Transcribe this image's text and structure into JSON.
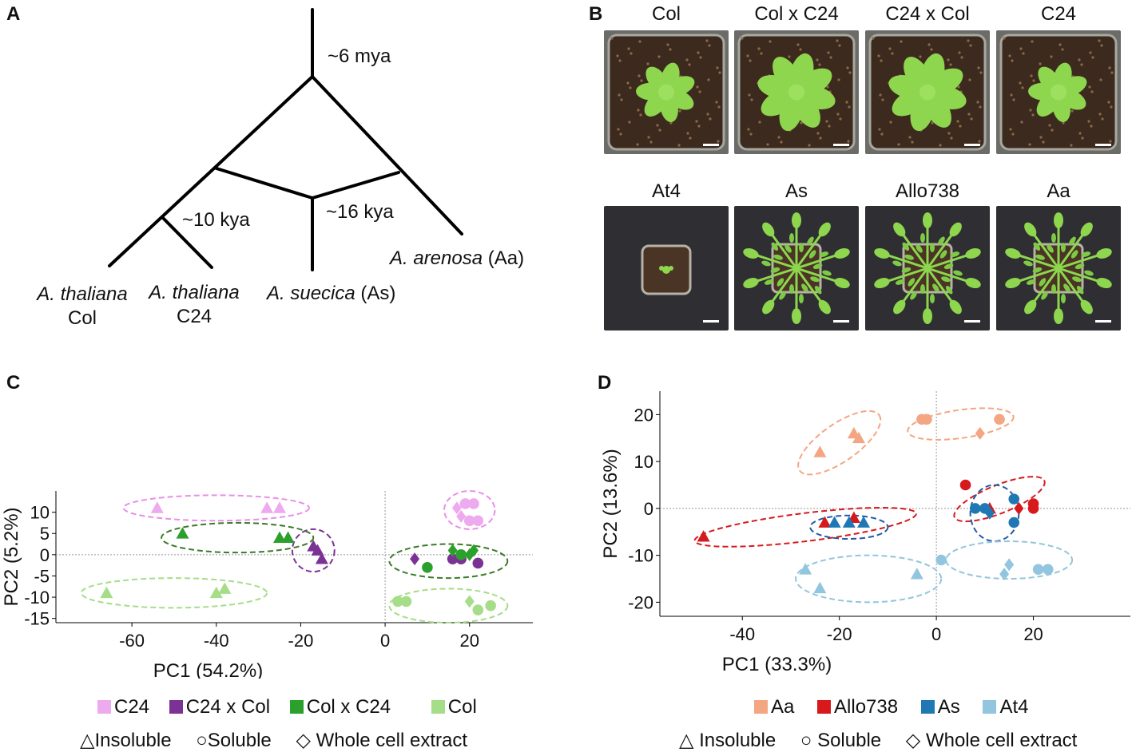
{
  "panels": {
    "a": "A",
    "b": "B",
    "c": "C",
    "d": "D"
  },
  "tree": {
    "root_age": "~6 mya",
    "thaliana_split": "~10 kya",
    "suecica_split": "~16 kya",
    "taxa": {
      "col_name": "A. thaliana",
      "col_sub": "Col",
      "c24_name": "A. thaliana",
      "c24_sub": "C24",
      "suecica_name": "A. suecica",
      "suecica_abbr": " (As)",
      "arenosa_name": "A. arenosa",
      "arenosa_abbr": " (Aa)"
    }
  },
  "photos": {
    "top": [
      "Col",
      "Col x C24",
      "C24 x Col",
      "C24"
    ],
    "bottom": [
      "At4",
      "As",
      "Allo738",
      "Aa"
    ]
  },
  "chart_data": [
    {
      "panel": "C",
      "type": "scatter",
      "xlabel": "PC1 (54.2%)",
      "ylabel": "PC2 (5.2%)",
      "xlim": [
        -78,
        35
      ],
      "ylim": [
        -16,
        15
      ],
      "xticks": [
        -60,
        -40,
        -20,
        0,
        20
      ],
      "yticks": [
        10,
        5,
        0,
        -5,
        -10,
        -15
      ],
      "series": [
        {
          "name": "C24",
          "color": "#eeaaee",
          "points": [
            {
              "x": -54,
              "y": 11,
              "s": "triangle"
            },
            {
              "x": -28,
              "y": 11,
              "s": "triangle"
            },
            {
              "x": -25,
              "y": 11,
              "s": "triangle"
            },
            {
              "x": 17,
              "y": 11,
              "s": "diamond"
            },
            {
              "x": 19,
              "y": 12,
              "s": "circle"
            },
            {
              "x": 21,
              "y": 12,
              "s": "circle"
            },
            {
              "x": 18,
              "y": 9,
              "s": "diamond"
            },
            {
              "x": 20,
              "y": 8,
              "s": "circle"
            },
            {
              "x": 22,
              "y": 8,
              "s": "circle"
            }
          ]
        },
        {
          "name": "C24 x Col",
          "color": "#7b3294",
          "points": [
            {
              "x": -17,
              "y": 2,
              "s": "triangle"
            },
            {
              "x": -16,
              "y": 1,
              "s": "triangle"
            },
            {
              "x": -15,
              "y": -1,
              "s": "triangle"
            },
            {
              "x": 7,
              "y": -1,
              "s": "diamond"
            },
            {
              "x": 16,
              "y": -1,
              "s": "circle"
            },
            {
              "x": 18,
              "y": -1,
              "s": "circle"
            },
            {
              "x": 22,
              "y": -2,
              "s": "circle"
            }
          ]
        },
        {
          "name": "Col x C24",
          "color": "#2ca02c",
          "points": [
            {
              "x": -48,
              "y": 5,
              "s": "triangle"
            },
            {
              "x": -25,
              "y": 4,
              "s": "triangle"
            },
            {
              "x": -23,
              "y": 4,
              "s": "triangle"
            },
            {
              "x": 10,
              "y": -3,
              "s": "circle"
            },
            {
              "x": 16,
              "y": 1,
              "s": "diamond"
            },
            {
              "x": 18,
              "y": 0,
              "s": "circle"
            },
            {
              "x": 20,
              "y": 0,
              "s": "diamond"
            },
            {
              "x": 21,
              "y": 1,
              "s": "diamond"
            }
          ]
        },
        {
          "name": "Col",
          "color": "#a6dd88",
          "points": [
            {
              "x": -66,
              "y": -9,
              "s": "triangle"
            },
            {
              "x": -40,
              "y": -9,
              "s": "triangle"
            },
            {
              "x": -38,
              "y": -8,
              "s": "triangle"
            },
            {
              "x": 3,
              "y": -11,
              "s": "circle"
            },
            {
              "x": 5,
              "y": -11,
              "s": "circle"
            },
            {
              "x": 20,
              "y": -11,
              "s": "diamond"
            },
            {
              "x": 22,
              "y": -13,
              "s": "circle"
            },
            {
              "x": 25,
              "y": -12,
              "s": "circle"
            }
          ]
        }
      ],
      "ellipses": [
        {
          "color": "#e78fe8",
          "cx": -40,
          "cy": 11,
          "rx": 22,
          "ry": 3
        },
        {
          "color": "#e78fe8",
          "cx": 20,
          "cy": 10.5,
          "rx": 6,
          "ry": 4.5
        },
        {
          "color": "#7b3294",
          "cx": -17,
          "cy": 1,
          "rx": 5,
          "ry": 5
        },
        {
          "color": "#3b7a28",
          "cx": -35,
          "cy": 4,
          "rx": 18,
          "ry": 3.5
        },
        {
          "color": "#3b7a28",
          "cx": 15,
          "cy": -1.5,
          "rx": 14,
          "ry": 4
        },
        {
          "color": "#a6dd88",
          "cx": -50,
          "cy": -9,
          "rx": 22,
          "ry": 3.5
        },
        {
          "color": "#a6dd88",
          "cx": 15,
          "cy": -12,
          "rx": 14,
          "ry": 4
        }
      ],
      "legend_colors": [
        "C24",
        "C24 x Col",
        "Col x C24",
        "Col"
      ],
      "legend_shapes": [
        "Insoluble",
        "Soluble",
        "Whole cell extract"
      ]
    },
    {
      "panel": "D",
      "type": "scatter",
      "xlabel": "PC1 (33.3%)",
      "ylabel": "PC2 (13.6%)",
      "xlim": [
        -57,
        40
      ],
      "ylim": [
        -23,
        25
      ],
      "xticks": [
        -40,
        -20,
        0,
        20
      ],
      "yticks": [
        20,
        10,
        0,
        -10,
        -20
      ],
      "series": [
        {
          "name": "Aa",
          "color": "#f4a582",
          "points": [
            {
              "x": -24,
              "y": 12,
              "s": "triangle"
            },
            {
              "x": -17,
              "y": 16,
              "s": "triangle"
            },
            {
              "x": -16,
              "y": 15,
              "s": "triangle"
            },
            {
              "x": -3,
              "y": 19,
              "s": "circle"
            },
            {
              "x": -2,
              "y": 19,
              "s": "circle"
            },
            {
              "x": 13,
              "y": 19,
              "s": "circle"
            },
            {
              "x": 9,
              "y": 16,
              "s": "diamond"
            }
          ]
        },
        {
          "name": "Allo738",
          "color": "#d7191c",
          "points": [
            {
              "x": -48,
              "y": -6,
              "s": "triangle"
            },
            {
              "x": -23,
              "y": -3,
              "s": "triangle"
            },
            {
              "x": -17,
              "y": -2,
              "s": "triangle"
            },
            {
              "x": 6,
              "y": 5,
              "s": "circle"
            },
            {
              "x": 11,
              "y": 0,
              "s": "triangle"
            },
            {
              "x": 17,
              "y": 0,
              "s": "diamond"
            },
            {
              "x": 20,
              "y": 1,
              "s": "circle"
            },
            {
              "x": 20,
              "y": 0,
              "s": "circle"
            }
          ]
        },
        {
          "name": "As",
          "color": "#1f78b4",
          "points": [
            {
              "x": -21,
              "y": -3,
              "s": "triangle"
            },
            {
              "x": -18,
              "y": -3,
              "s": "triangle"
            },
            {
              "x": -15,
              "y": -3,
              "s": "triangle"
            },
            {
              "x": 8,
              "y": 0,
              "s": "circle"
            },
            {
              "x": 10,
              "y": 0,
              "s": "circle"
            },
            {
              "x": 11,
              "y": -1,
              "s": "diamond"
            },
            {
              "x": 16,
              "y": 2,
              "s": "circle"
            },
            {
              "x": 16,
              "y": -3,
              "s": "circle"
            }
          ]
        },
        {
          "name": "At4",
          "color": "#92c5de",
          "points": [
            {
              "x": -27,
              "y": -13,
              "s": "triangle"
            },
            {
              "x": -24,
              "y": -17,
              "s": "triangle"
            },
            {
              "x": -4,
              "y": -14,
              "s": "triangle"
            },
            {
              "x": 1,
              "y": -11,
              "s": "circle"
            },
            {
              "x": 15,
              "y": -12,
              "s": "diamond"
            },
            {
              "x": 14,
              "y": -14,
              "s": "diamond"
            },
            {
              "x": 21,
              "y": -13,
              "s": "circle"
            },
            {
              "x": 23,
              "y": -13,
              "s": "circle"
            }
          ]
        }
      ],
      "ellipses": [
        {
          "color": "#f4a582",
          "cx": -20,
          "cy": 14,
          "rx": 10,
          "ry": 4,
          "rot": -35
        },
        {
          "color": "#f4a582",
          "cx": 5,
          "cy": 18,
          "rx": 11,
          "ry": 3,
          "rot": -8
        },
        {
          "color": "#d7191c",
          "cx": -27,
          "cy": -4,
          "rx": 23,
          "ry": 3,
          "rot": -7
        },
        {
          "color": "#d7191c",
          "cx": 13,
          "cy": 2,
          "rx": 10,
          "ry": 3,
          "rot": -22
        },
        {
          "color": "#1f5aa6",
          "cx": -18,
          "cy": -4,
          "rx": 8,
          "ry": 2.5,
          "rot": 0
        },
        {
          "color": "#1f5aa6",
          "cx": 12,
          "cy": -1,
          "rx": 5,
          "ry": 6,
          "rot": 0
        },
        {
          "color": "#92c5de",
          "cx": -14,
          "cy": -15,
          "rx": 15,
          "ry": 5,
          "rot": 0
        },
        {
          "color": "#92c5de",
          "cx": 15,
          "cy": -11,
          "rx": 13,
          "ry": 4,
          "rot": 0
        }
      ],
      "legend_colors": [
        "Aa",
        "Allo738",
        "As",
        "At4"
      ],
      "legend_shapes": [
        "Insoluble",
        "Soluble",
        "Whole cell extract"
      ]
    }
  ]
}
